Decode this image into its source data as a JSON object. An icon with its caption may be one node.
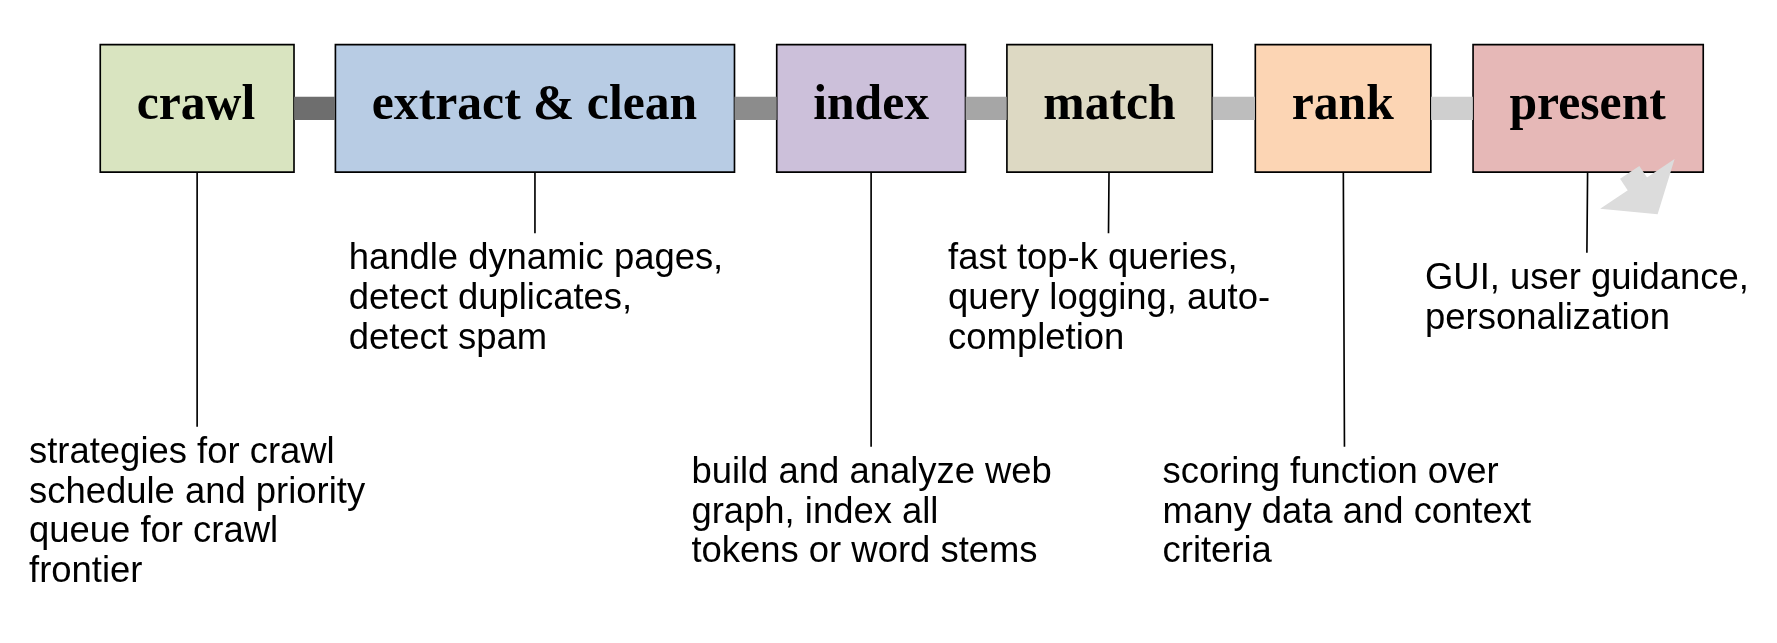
{
  "diagram": {
    "nodes": [
      {
        "text": [
          "crawl"
        ]
      },
      {
        "text": [
          "extract & clean"
        ]
      },
      {
        "text": [
          "index"
        ]
      },
      {
        "text": [
          "match"
        ]
      },
      {
        "text": [
          "rank"
        ]
      },
      {
        "text": [
          "present"
        ]
      },
      {
        "text": [
          "strategies for crawl schedule and priority queue for crawl frontier"
        ]
      },
      {
        "text": [
          "handle dynamic pages, detect duplicates, detect spam"
        ]
      },
      {
        "text": [
          "build and analyze web graph, index all tokens or word stems"
        ]
      },
      {
        "text": [
          "fast top-k queries, query logging, auto-completion"
        ]
      },
      {
        "text": [
          "scoring function over many data and context criteria"
        ]
      },
      {
        "text": [
          "GUI, user guidance, personalization"
        ]
      }
    ],
    "edges": [
      {
        "from": 0,
        "to": 1,
        "arrow": "none",
        "style": "thick",
        "color": "#6e6e6e"
      },
      {
        "from": 1,
        "to": 2,
        "arrow": "none",
        "style": "thick",
        "color": "#8c8c8c"
      },
      {
        "from": 2,
        "to": 3,
        "arrow": "none",
        "style": "thick",
        "color": "#a6a6a6"
      },
      {
        "from": 3,
        "to": 4,
        "arrow": "none",
        "style": "thick",
        "color": "#bdbdbd"
      },
      {
        "from": 4,
        "to": 5,
        "arrow": "none",
        "style": "thick",
        "color": "#cfcfcf"
      },
      {
        "from": 5,
        "to": null,
        "arrow": "to",
        "style": "thick",
        "color": "#dcdcdc"
      },
      {
        "from": 0,
        "to": 6,
        "arrow": "none"
      },
      {
        "from": 1,
        "to": 7,
        "arrow": "none"
      },
      {
        "from": 2,
        "to": 8,
        "arrow": "none"
      },
      {
        "from": 3,
        "to": 9,
        "arrow": "none"
      },
      {
        "from": 4,
        "to": 10,
        "arrow": "none"
      },
      {
        "from": 5,
        "to": 11,
        "arrow": "none"
      }
    ]
  }
}
